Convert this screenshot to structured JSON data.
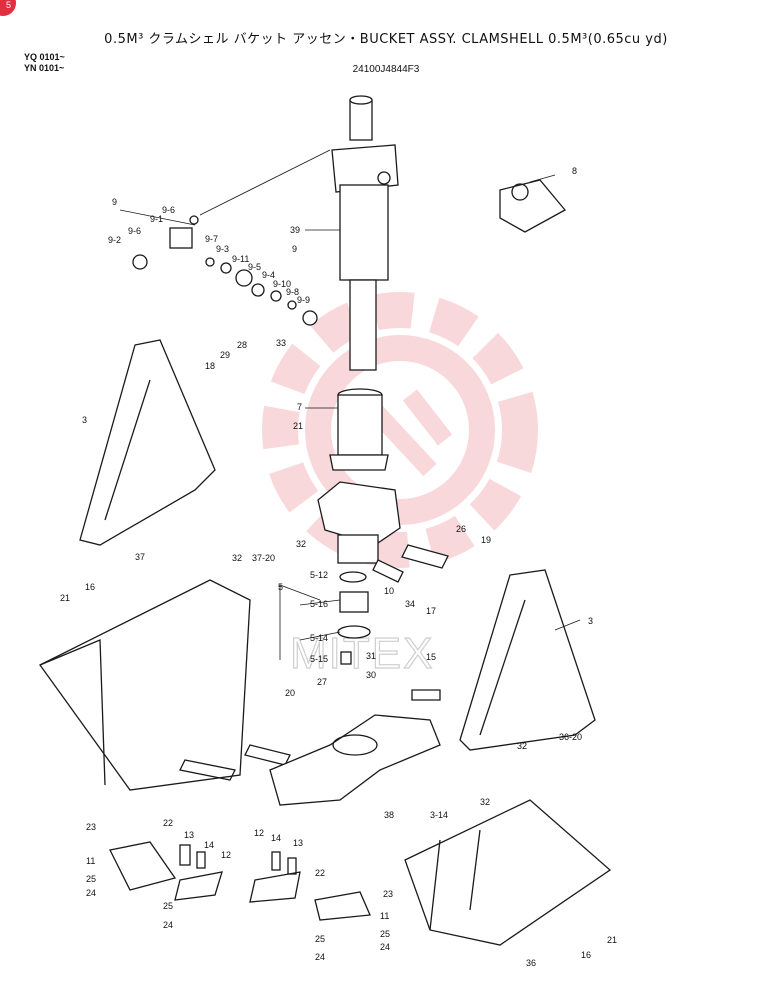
{
  "header": {
    "title": "0.5M³ クラムシェル バケット アッセン・BUCKET ASSY. CLAMSHELL 0.5M³(0.65cu yd)",
    "serial_line_1": "YQ 0101~",
    "serial_line_2": "YN 0101~",
    "part_number": "24100J4844F3"
  },
  "watermark": {
    "text": "MITEX",
    "color": "#f3b9bd"
  },
  "callouts": [
    {
      "text": "8"
    },
    {
      "text": "9"
    },
    {
      "text": "9-6"
    },
    {
      "text": "9-1"
    },
    {
      "text": "9-6"
    },
    {
      "text": "9-2"
    },
    {
      "text": "9-7"
    },
    {
      "text": "9-3"
    },
    {
      "text": "9-11"
    },
    {
      "text": "9"
    },
    {
      "text": "9-5"
    },
    {
      "text": "9-4"
    },
    {
      "text": "9-10"
    },
    {
      "text": "9-8"
    },
    {
      "text": "9-9"
    },
    {
      "text": "39"
    },
    {
      "text": "33"
    },
    {
      "text": "28"
    },
    {
      "text": "29"
    },
    {
      "text": "18"
    },
    {
      "text": "3"
    },
    {
      "text": "7"
    },
    {
      "text": "21"
    },
    {
      "text": "32"
    },
    {
      "text": "26"
    },
    {
      "text": "19"
    },
    {
      "text": "37"
    },
    {
      "text": "32"
    },
    {
      "text": "37-20"
    },
    {
      "text": "5-12"
    },
    {
      "text": "5"
    },
    {
      "text": "5-16"
    },
    {
      "text": "10"
    },
    {
      "text": "34"
    },
    {
      "text": "17"
    },
    {
      "text": "16"
    },
    {
      "text": "21"
    },
    {
      "text": "5-14"
    },
    {
      "text": "5-15"
    },
    {
      "text": "31"
    },
    {
      "text": "15"
    },
    {
      "text": "30"
    },
    {
      "text": "27"
    },
    {
      "text": "20"
    },
    {
      "text": "3"
    },
    {
      "text": "32"
    },
    {
      "text": "36-20"
    },
    {
      "text": "38"
    },
    {
      "text": "3-14"
    },
    {
      "text": "32"
    },
    {
      "text": "23"
    },
    {
      "text": "22"
    },
    {
      "text": "13"
    },
    {
      "text": "14"
    },
    {
      "text": "12"
    },
    {
      "text": "11"
    },
    {
      "text": "25"
    },
    {
      "text": "24"
    },
    {
      "text": "25"
    },
    {
      "text": "24"
    },
    {
      "text": "12"
    },
    {
      "text": "14"
    },
    {
      "text": "13"
    },
    {
      "text": "22"
    },
    {
      "text": "23"
    },
    {
      "text": "11"
    },
    {
      "text": "25"
    },
    {
      "text": "24"
    },
    {
      "text": "25"
    },
    {
      "text": "24"
    },
    {
      "text": "36"
    },
    {
      "text": "16"
    },
    {
      "text": "21"
    }
  ]
}
